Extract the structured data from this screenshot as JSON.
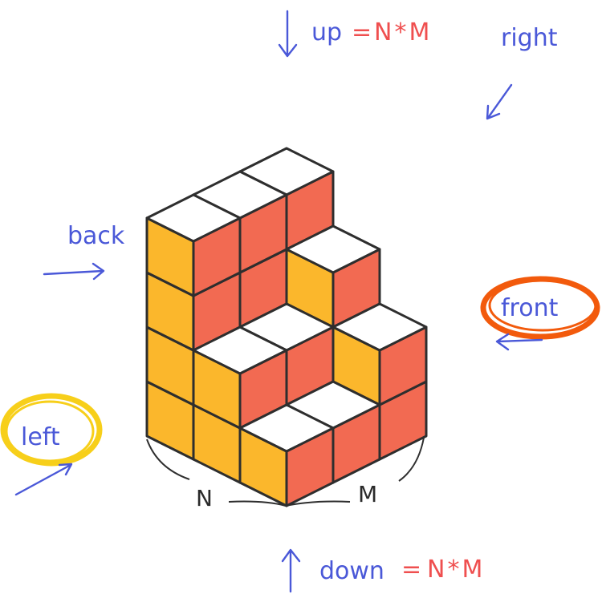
{
  "labels": {
    "up": "up",
    "up_eq": "=",
    "up_formula": "N*M",
    "right": "right",
    "back": "back",
    "front": "front",
    "left": "left",
    "n_label": "N",
    "m_label": "M",
    "down": "down",
    "down_eq": "=",
    "down_formula": "N*M"
  },
  "colors": {
    "top_face": "#ffffff",
    "left_face": "#fbb72c",
    "right_face": "#f26a52",
    "edge": "#2e2e2e",
    "label_blue": "#4a58d8",
    "label_red": "#ef4f4f",
    "front_circle": "#f25a0c",
    "left_circle": "#f7cf1a"
  },
  "grid": {
    "N": 3,
    "M": 3,
    "heights": [
      [
        1,
        2,
        4
      ],
      [
        1,
        2,
        4
      ],
      [
        2,
        3,
        4
      ]
    ]
  }
}
